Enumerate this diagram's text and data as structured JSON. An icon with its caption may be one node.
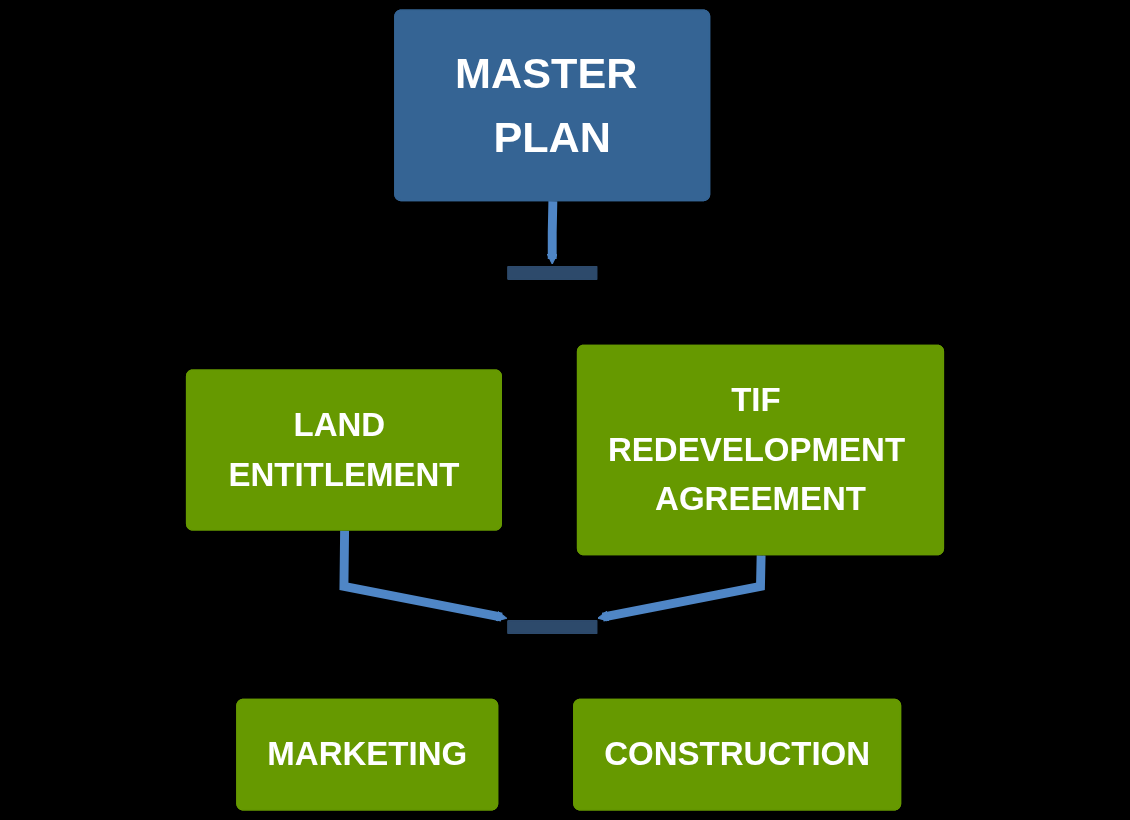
{
  "diagram": {
    "nodes": [
      {
        "text": [
          "MASTER PLAN"
        ]
      },
      {
        "text": [],
        "shape": "bar"
      },
      {
        "text": [
          "LAND ENTITLEMENT"
        ]
      },
      {
        "text": [
          "TIF REDEVELOPMENT AGREEMENT"
        ]
      },
      {
        "text": [],
        "shape": "bar"
      },
      {
        "text": [
          "MARKETING"
        ]
      },
      {
        "text": [
          "CONSTRUCTION"
        ]
      }
    ],
    "edges": [
      {
        "from": 0,
        "to": 1,
        "arrow": "to"
      },
      {
        "from": 2,
        "to": 4,
        "arrow": "to"
      },
      {
        "from": 3,
        "to": 4,
        "arrow": "to"
      }
    ]
  }
}
